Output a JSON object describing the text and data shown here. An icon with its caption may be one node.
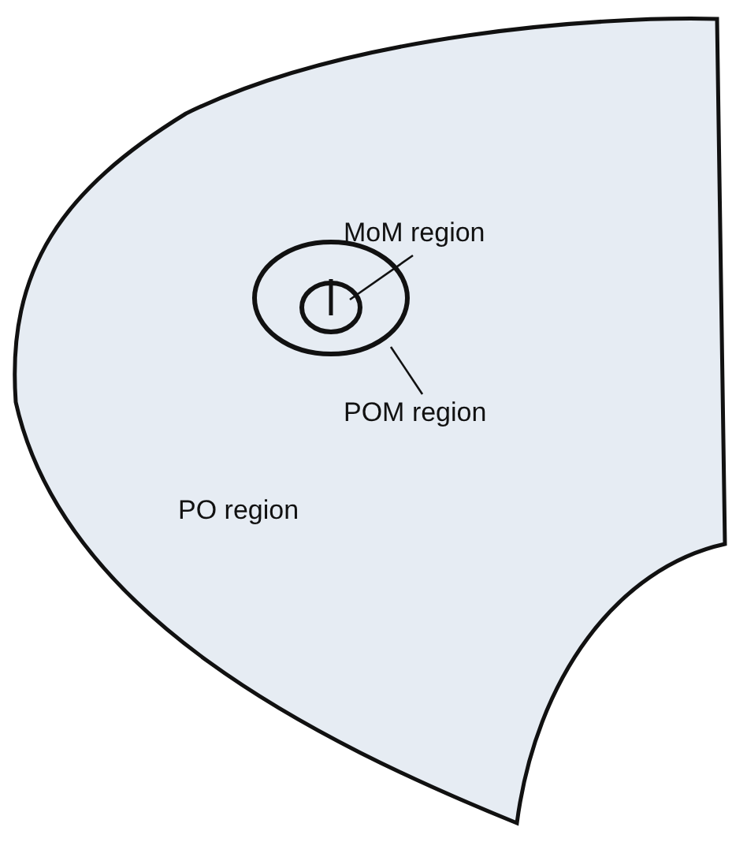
{
  "diagram": {
    "nodes": [
      {
        "text": [
          "PO region"
        ]
      },
      {
        "text": [],
        "shape": "circle",
        "in": 0
      },
      {
        "text": [],
        "shape": "circle",
        "in": 1
      },
      {
        "text": [
          "MoM region"
        ],
        "in": 0
      },
      {
        "text": [
          "POM region"
        ],
        "in": 0
      }
    ],
    "edges": [
      {
        "from": 3,
        "to": 2,
        "arrow": "none"
      },
      {
        "from": 4,
        "to": 1,
        "arrow": "none"
      }
    ]
  }
}
